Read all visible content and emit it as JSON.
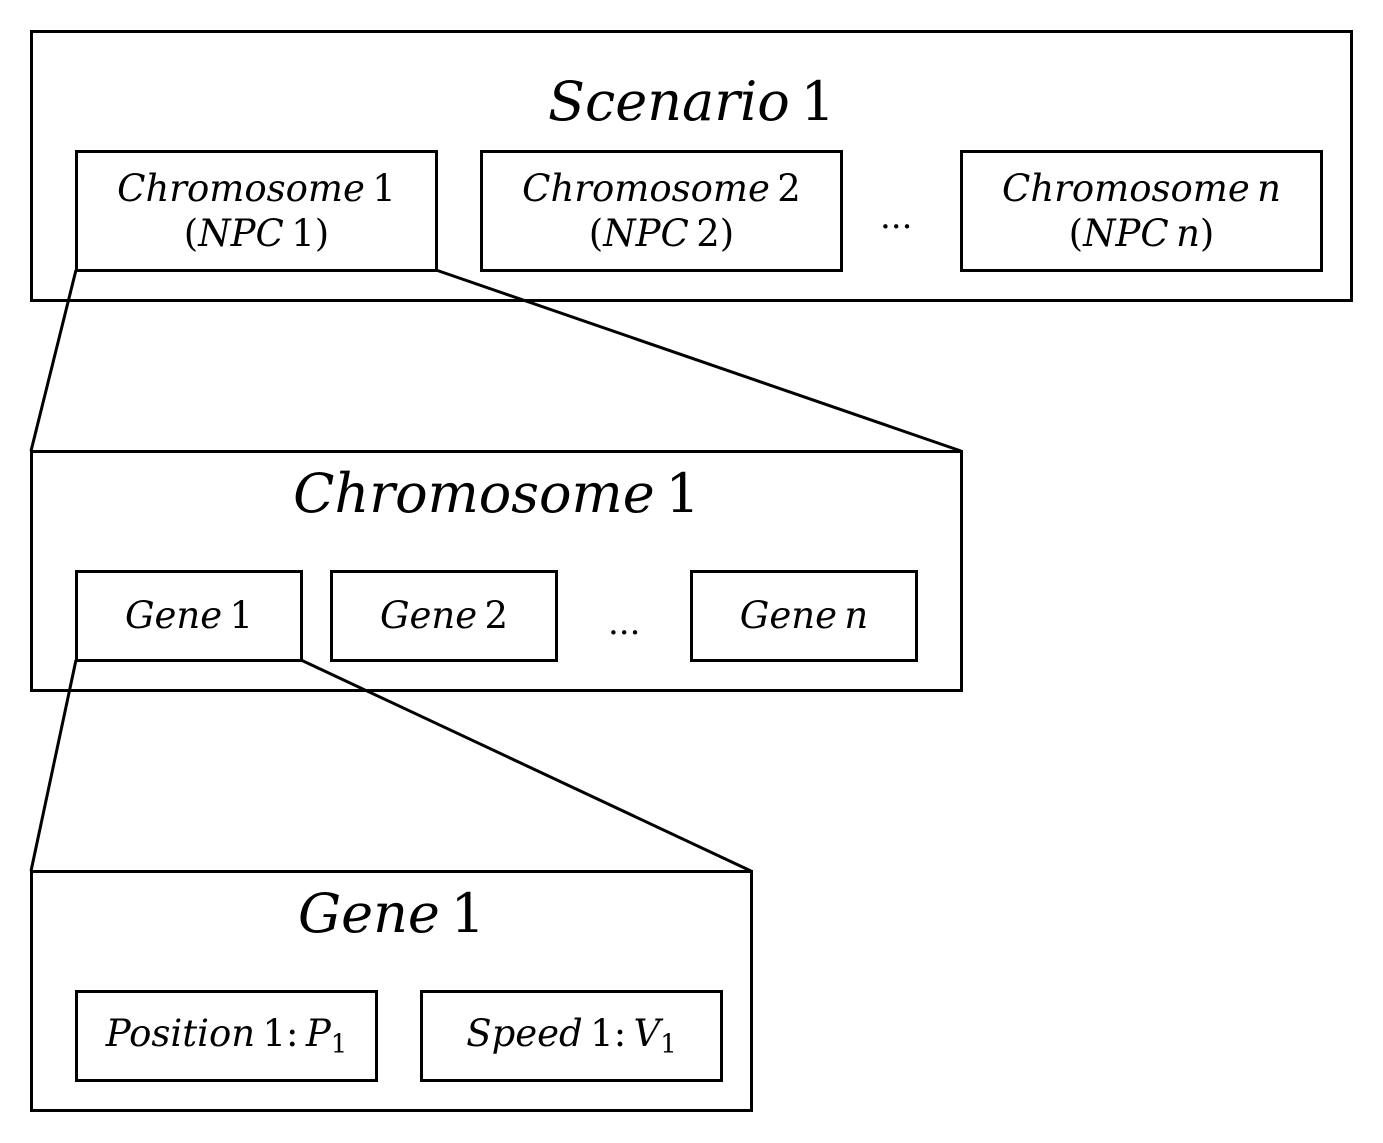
{
  "scenario": {
    "title_word": "Scenario",
    "title_num": "1",
    "chromosomes": [
      {
        "word": "Chromosome",
        "num": "1",
        "npc_word": "NPC",
        "npc_num": "1"
      },
      {
        "word": "Chromosome",
        "num": "2",
        "npc_word": "NPC",
        "npc_num": "2"
      },
      {
        "word": "Chromosome",
        "num": "n",
        "npc_word": "NPC",
        "npc_num": "n"
      }
    ],
    "ellipsis": "..."
  },
  "chromosome": {
    "title_word": "Chromosome",
    "title_num": "1",
    "genes": [
      {
        "word": "Gene",
        "num": "1"
      },
      {
        "word": "Gene",
        "num": "2"
      },
      {
        "word": "Gene",
        "num": "n"
      }
    ],
    "ellipsis": "..."
  },
  "gene": {
    "title_word": "Gene",
    "title_num": "1",
    "position": {
      "word": "Position",
      "num": "1",
      "symbol": "P",
      "sub": "1"
    },
    "speed": {
      "word": "Speed",
      "num": "1",
      "symbol": "V",
      "sub": "1"
    }
  }
}
